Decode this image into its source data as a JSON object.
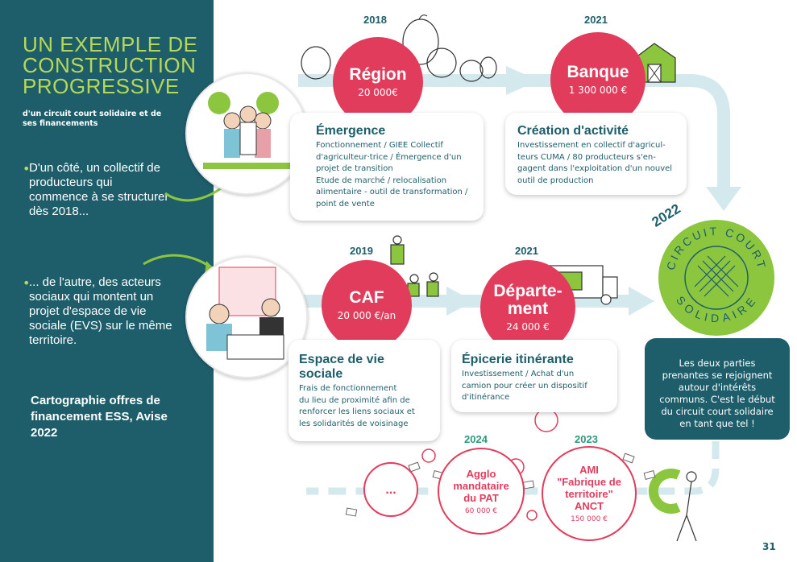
{
  "sidebar": {
    "title": "UN EXEMPLE DE\nCONSTRUCTION\nPROGRESSIVE",
    "subtitle": "d'un circuit court solidaire et de ses financements",
    "text1": "D'un côté, un collectif de producteurs qui commence à se structurer dès 2018...",
    "text2": "... de l'autre, des acteurs sociaux qui montent un projet d'espace de vie sociale (EVS) sur le même territoire.",
    "bullet": "•",
    "carto": "Cartographie offres de financement ESS, Avise 2022"
  },
  "diagram": {
    "region": {
      "year": "2018",
      "name": "Région",
      "amount": "20 000€"
    },
    "banque": {
      "year": "2021",
      "name": "Banque",
      "amount": "1 300 000 €"
    },
    "caf": {
      "year": "2019",
      "name": "CAF",
      "amount": "20 000 €/an"
    },
    "departement": {
      "year": "2021",
      "name": "Départe-\nment",
      "amount": "24 000 €"
    },
    "emergence": {
      "title": "Émergence",
      "body": "Fonctionnement / GIEE Collectif\nd'agriculteur·trice / Émergence d'un\nprojet de transition\nEtude de marché / relocalisation\nalimentaire - outil de transformation /\npoint de vente"
    },
    "creation": {
      "title": "Création d'activité",
      "body": "Investissement en collectif d'agricul-\nteurs CUMA / 80 producteurs s'en-\ngagent dans l'exploitation d'un nouvel\noutil de production"
    },
    "evs": {
      "title": "Espace de vie\nsociale",
      "body": "Frais de fonctionnement\ndu lieu de proximité afin de\nrenforcer les liens sociaux et\nles solidarités de voisinage"
    },
    "epicerie": {
      "title": "Épicerie itinérante",
      "body": "Investissement / Achat d'un\ncamion pour créer un dispositif\nd'itinérance"
    },
    "circuit": {
      "year": "2022",
      "top": "CIRCUIT COURT",
      "bottom": "SOLIDAIRE"
    },
    "circuit_text": "Les deux parties\nprenantes se rejoignent\nautour d'intérêts\ncommuns. C'est le début\ndu circuit court solidaire\nen tant que tel !",
    "future": {
      "dots": "...",
      "agglo": {
        "year": "2024",
        "name": "Agglo\nmandataire\ndu PAT",
        "amount": "60 000 €"
      },
      "ami": {
        "year": "2023",
        "name": "AMI\n\"Fabrique de\nterritoire\"\nANCT",
        "amount": "150 000 €"
      }
    }
  },
  "page_number": "31",
  "colors": {
    "teal": "#1e5e6b",
    "lime": "#b5d957",
    "pink": "#e23c5c",
    "flow": "#d4e9ee",
    "green_circle": "#8cc63f"
  }
}
